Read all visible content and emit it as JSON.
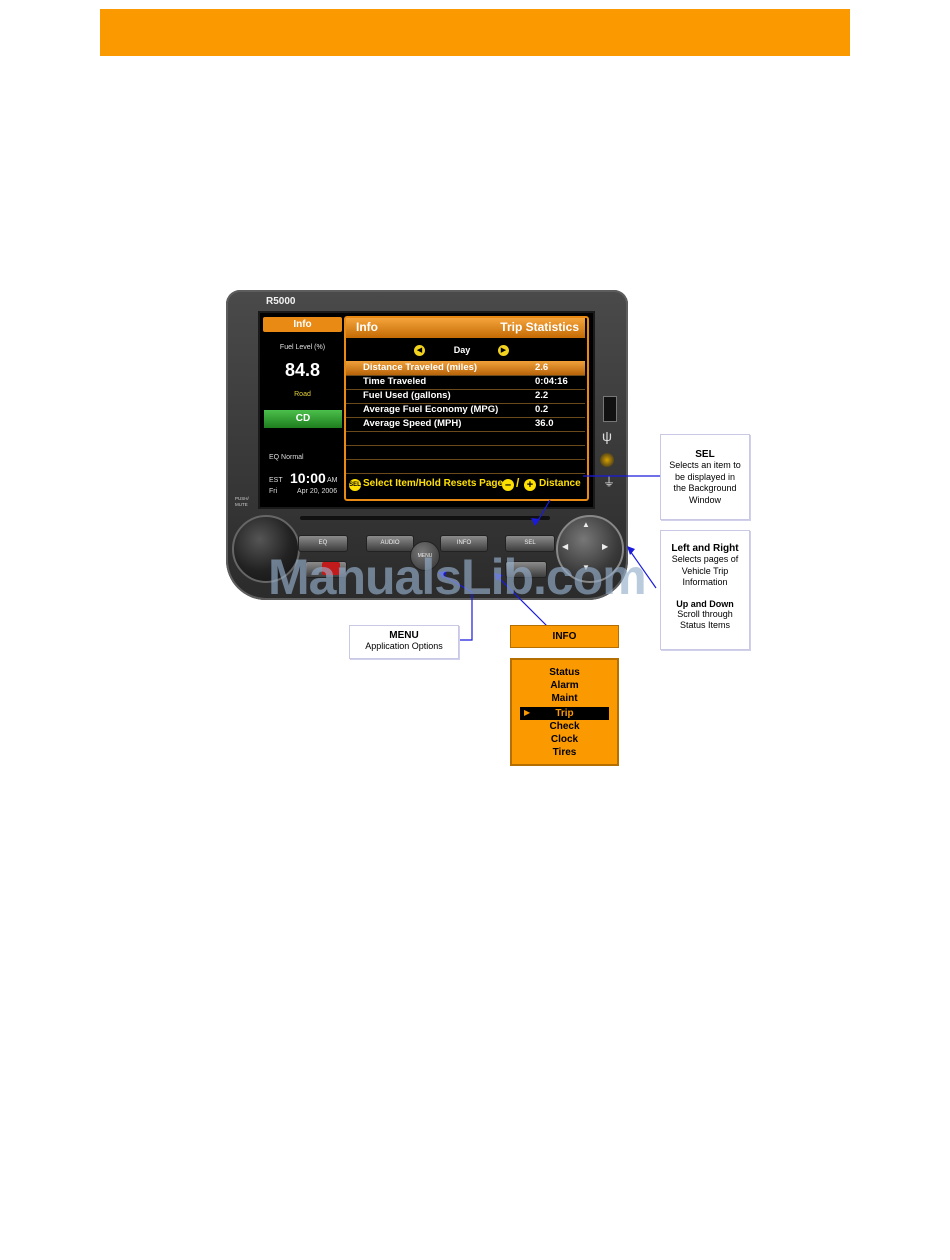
{
  "device": {
    "model": "R5000",
    "push_mute": [
      "PUSH/",
      "MUTE"
    ],
    "buttons": {
      "eq": "EQ",
      "audio": "AUDIO",
      "info": "INFO",
      "sel": "SEL",
      "menu": "MENU"
    }
  },
  "left_panel": {
    "title": "Info",
    "fuel_label": "Fuel Level (%)",
    "fuel_value": "84.8",
    "road": "Road",
    "source": "CD",
    "eq": "EQ  Normal",
    "timezone": "EST",
    "time": "10:00",
    "ampm": "AM",
    "day": "Fri",
    "date": "Apr 20, 2006"
  },
  "right_panel": {
    "title": "Info",
    "subtitle": "Trip Statistics",
    "period": "Day",
    "rows": [
      {
        "label": "Distance Traveled (miles)",
        "value": "2.6"
      },
      {
        "label": "Time Traveled",
        "value": "0:04:16"
      },
      {
        "label": "Fuel Used (gallons)",
        "value": "2.2"
      },
      {
        "label": "Average Fuel Economy (MPG)",
        "value": "0.2"
      },
      {
        "label": "Average Speed (MPH)",
        "value": "36.0"
      }
    ],
    "footer_hint": "Select Item/Hold Resets Page",
    "footer_dist": "Distance",
    "sel_glyph": "SEL"
  },
  "callouts": {
    "sel": {
      "title": "SEL",
      "lines": [
        "Selects an item to",
        "be displayed in",
        "the Background",
        "Window"
      ]
    },
    "leftright": {
      "title": "Left and Right",
      "lines": [
        "Selects pages of",
        "Vehicle Trip",
        "Information"
      ],
      "title2": "Up and Down",
      "lines2": [
        "Scroll through",
        "Status Items"
      ]
    },
    "menu": {
      "title": "MENU",
      "text": "Application Options"
    },
    "info": {
      "title": "INFO"
    }
  },
  "info_menu": {
    "items": [
      "Status",
      "Alarm",
      "Maint",
      "Trip",
      "Check",
      "Clock",
      "Tires"
    ],
    "selected": "Trip"
  },
  "watermark": "ManualsLib.com",
  "colors": {
    "accent": "#fb9a00",
    "callout_line": "#1a1adc"
  }
}
